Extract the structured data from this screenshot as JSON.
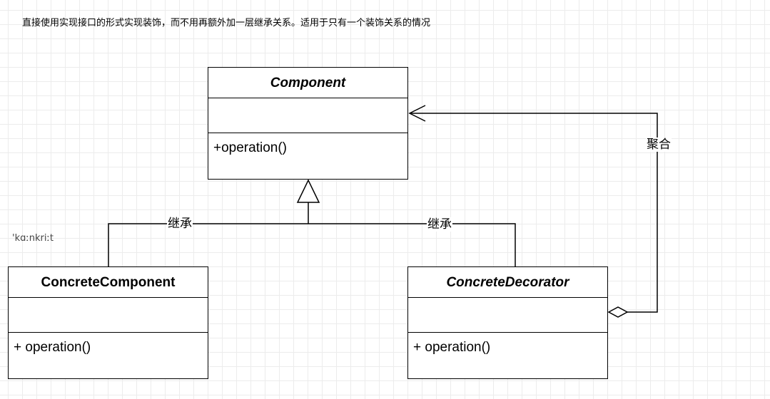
{
  "caption": "直接使用实现接口的形式实现装饰，而不用再额外加一层继承关系。适用于只有一个装饰关系的情况",
  "note": "'kɑːnkriːt",
  "classes": {
    "component": {
      "name": "Component",
      "abstract": true,
      "method": "+operation()"
    },
    "concrete_component": {
      "name": "ConcreteComponent",
      "abstract": false,
      "method": "+ operation()"
    },
    "concrete_decorator": {
      "name": "ConcreteDecorator",
      "abstract": true,
      "method": "+ operation()"
    }
  },
  "relations": {
    "inherit_left": {
      "label": "继承",
      "type": "generalization",
      "from": "ConcreteComponent",
      "to": "Component"
    },
    "inherit_right": {
      "label": "继承",
      "type": "generalization",
      "from": "ConcreteDecorator",
      "to": "Component"
    },
    "aggregation": {
      "label": "聚合",
      "type": "aggregation",
      "from": "ConcreteDecorator",
      "to": "Component"
    }
  },
  "colors": {
    "line": "#000000",
    "grid": "#ececec",
    "background": "#ffffff"
  }
}
